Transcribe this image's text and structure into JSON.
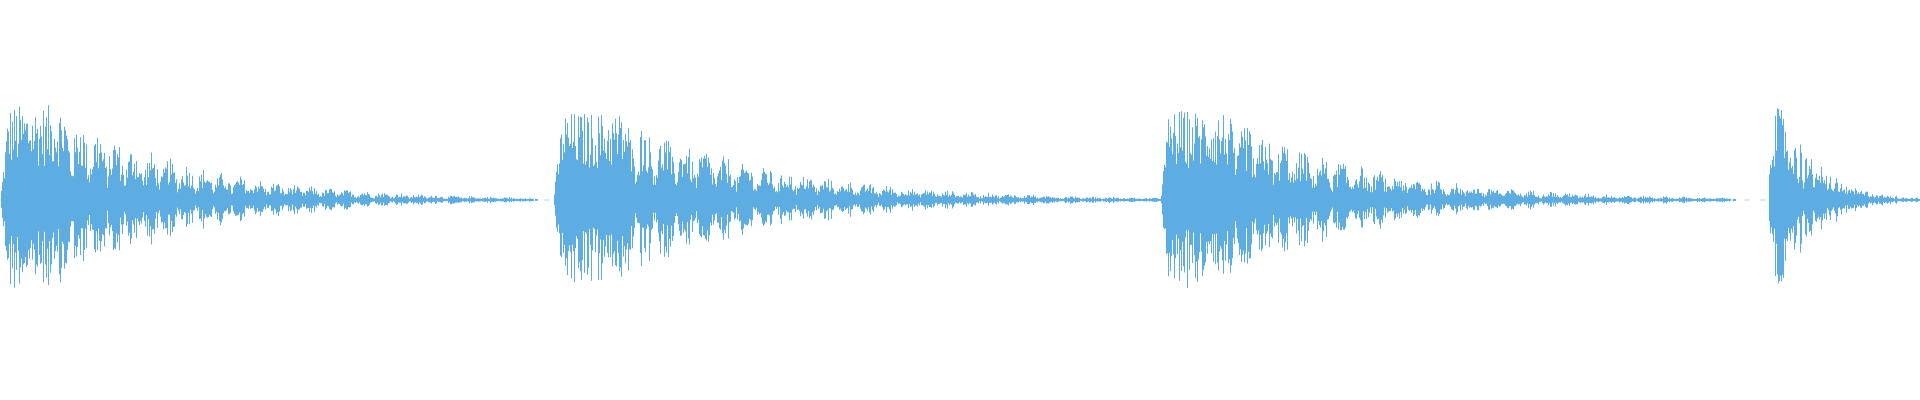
{
  "waveform": {
    "color": "#5DADE2",
    "background": "#FFFFFF",
    "bursts": [
      {
        "start": 0.0,
        "length": 0.28,
        "peak": 0.95
      },
      {
        "start": 0.288,
        "length": 0.32,
        "peak": 0.88
      },
      {
        "start": 0.604,
        "length": 0.3,
        "peak": 0.9
      },
      {
        "start": 0.921,
        "length": 0.079,
        "peak": 0.92
      }
    ]
  }
}
